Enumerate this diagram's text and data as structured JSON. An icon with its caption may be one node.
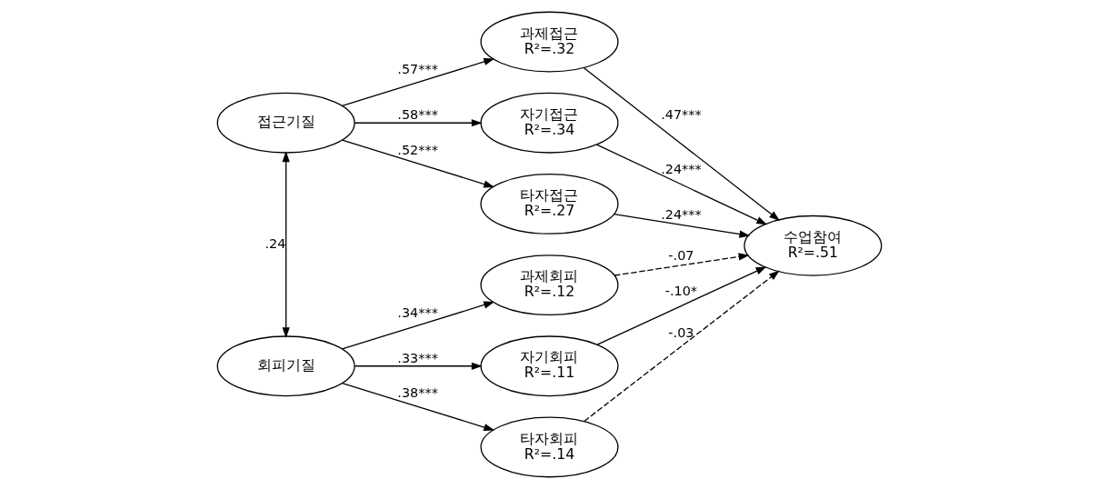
{
  "diagram": {
    "nodes": [
      {
        "text": [
          "접근기질"
        ]
      },
      {
        "text": [
          "회피기질"
        ]
      },
      {
        "text": [
          "과제접근",
          "R²=.32"
        ]
      },
      {
        "text": [
          "자기접근",
          "R²=.34"
        ]
      },
      {
        "text": [
          "타자접근",
          "R²=.27"
        ]
      },
      {
        "text": [
          "과제회피",
          "R²=.12"
        ]
      },
      {
        "text": [
          "자기회피",
          "R²=.11"
        ]
      },
      {
        "text": [
          "타자회피",
          "R²=.14"
        ]
      },
      {
        "text": [
          "수업참여",
          "R²=.51"
        ]
      }
    ],
    "edges": [
      {
        "from": 0,
        "to": 1,
        "arrow": "both",
        "label": ".24"
      },
      {
        "from": 0,
        "to": 2,
        "arrow": "to",
        "label": ".57***"
      },
      {
        "from": 0,
        "to": 3,
        "arrow": "to",
        "label": ".58***"
      },
      {
        "from": 0,
        "to": 4,
        "arrow": "to",
        "label": ".52***"
      },
      {
        "from": 1,
        "to": 5,
        "arrow": "to",
        "label": ".34***"
      },
      {
        "from": 1,
        "to": 6,
        "arrow": "to",
        "label": ".33***"
      },
      {
        "from": 1,
        "to": 7,
        "arrow": "to",
        "label": ".38***"
      },
      {
        "from": 2,
        "to": 8,
        "arrow": "to",
        "label": ".47***"
      },
      {
        "from": 3,
        "to": 8,
        "arrow": "to",
        "label": ".24***"
      },
      {
        "from": 4,
        "to": 8,
        "arrow": "to",
        "label": ".24***"
      },
      {
        "from": 5,
        "to": 8,
        "arrow": "to",
        "label": "-.07",
        "style": "dashed"
      },
      {
        "from": 6,
        "to": 8,
        "arrow": "to",
        "label": "-.10*"
      },
      {
        "from": 7,
        "to": 8,
        "arrow": "to",
        "label": "-.03",
        "style": "dashed"
      }
    ]
  }
}
